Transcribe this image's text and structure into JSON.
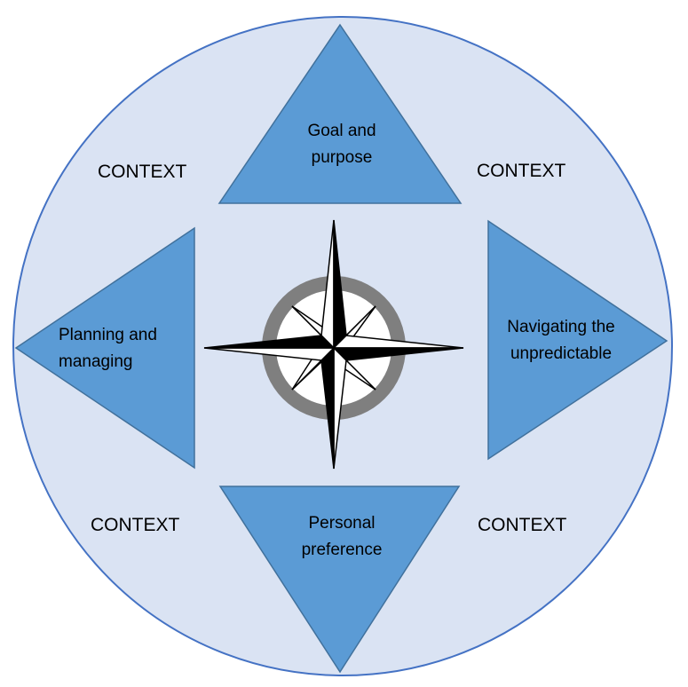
{
  "colors": {
    "circle_fill": "#dae3f3",
    "circle_stroke": "#4472c4",
    "triangle_fill": "#5b9bd5",
    "triangle_stroke": "#41719c",
    "ring": "#7f7f7f",
    "star_dark": "#000000",
    "star_light": "#ffffff"
  },
  "icons": {
    "center": "compass-rose-icon"
  },
  "context_labels": {
    "top_left": "CONTEXT",
    "top_right": "CONTEXT",
    "bottom_left": "CONTEXT",
    "bottom_right": "CONTEXT"
  },
  "triangles": {
    "top": {
      "line1": "Goal and",
      "line2": "purpose"
    },
    "left": {
      "line1": "Planning and",
      "line2": "managing"
    },
    "right": {
      "line1": "Navigating the",
      "line2": "unpredictable"
    },
    "bottom": {
      "line1": "Personal",
      "line2": "preference"
    }
  }
}
